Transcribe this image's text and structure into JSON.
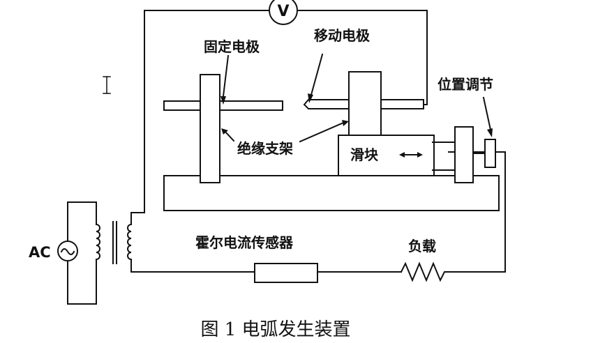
{
  "diagram": {
    "labels": {
      "voltmeter": "V",
      "fixed_electrode": "固定电极",
      "moving_electrode": "移动电极",
      "position_adjust": "位置调节",
      "insulating_support": "绝缘支架",
      "slider": "滑块",
      "hall_sensor": "霍尔电流传感器",
      "load": "负载",
      "ac_source": "AC"
    },
    "caption": "图 1 电弧发生装置",
    "colors": {
      "ink": "#111111",
      "background": "#ffffff"
    }
  }
}
